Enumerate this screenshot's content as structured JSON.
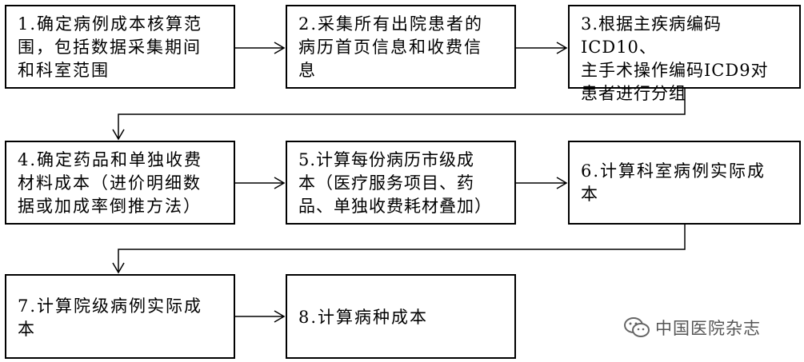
{
  "steps": [
    {
      "text": "1.确定病例成本核算范\n围，包括数据采集期间\n和科室范围"
    },
    {
      "text": "2.采集所有出院患者的\n病历首页信息和收费信\n息"
    },
    {
      "text": "3.根据主疾病编码ICD10、\n主手术操作编码ICD9对\n患者进行分组"
    },
    {
      "text": "4.确定药品和单独收费\n材料成本（进价明细数\n据或加成率倒推方法）"
    },
    {
      "text": "5.计算每份病历市级成\n本（医疗服务项目、药\n品、单独收费耗材叠加）"
    },
    {
      "text": "6.计算科室病例实际成\n本"
    },
    {
      "text": "7.计算院级病例实际成\n本"
    },
    {
      "text": "8.计算病种成本"
    }
  ],
  "watermark": {
    "text": "中国医院杂志",
    "icon": "wechat-icon"
  }
}
